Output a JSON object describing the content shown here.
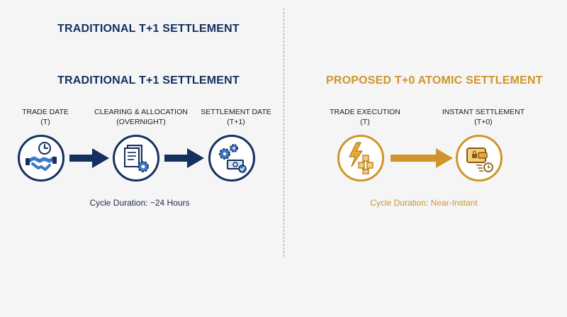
{
  "header": {
    "title": "TRADITIONAL T+1 SETTLEMENT"
  },
  "traditional": {
    "title": "TRADITIONAL T+1 SETTLEMENT",
    "steps": [
      {
        "label_line1": "TRADE DATE",
        "label_line2": "(T)",
        "icon": "handshake-clock-icon"
      },
      {
        "label_line1": "CLEARING & ALLOCATION",
        "label_line2": "(OVERNIGHT)",
        "icon": "documents-gear-icon"
      },
      {
        "label_line1": "SETTLEMENT DATE",
        "label_line2": "(T+1)",
        "icon": "gears-cash-check-icon"
      }
    ],
    "duration": "Cycle Duration: ~24 Hours",
    "color": "#14305f"
  },
  "proposed": {
    "title": "PROPOSED T+0 ATOMIC SETTLEMENT",
    "steps": [
      {
        "label_line1": "TRADE EXECUTION",
        "label_line2": "(T)",
        "icon": "lightning-blocks-icon"
      },
      {
        "label_line1": "INSTANT SETTLEMENT",
        "label_line2": "(T+0)",
        "icon": "wallet-lock-stopwatch-icon"
      }
    ],
    "duration": "Cycle Duration: Near-Instant",
    "color": "#d1942a"
  }
}
